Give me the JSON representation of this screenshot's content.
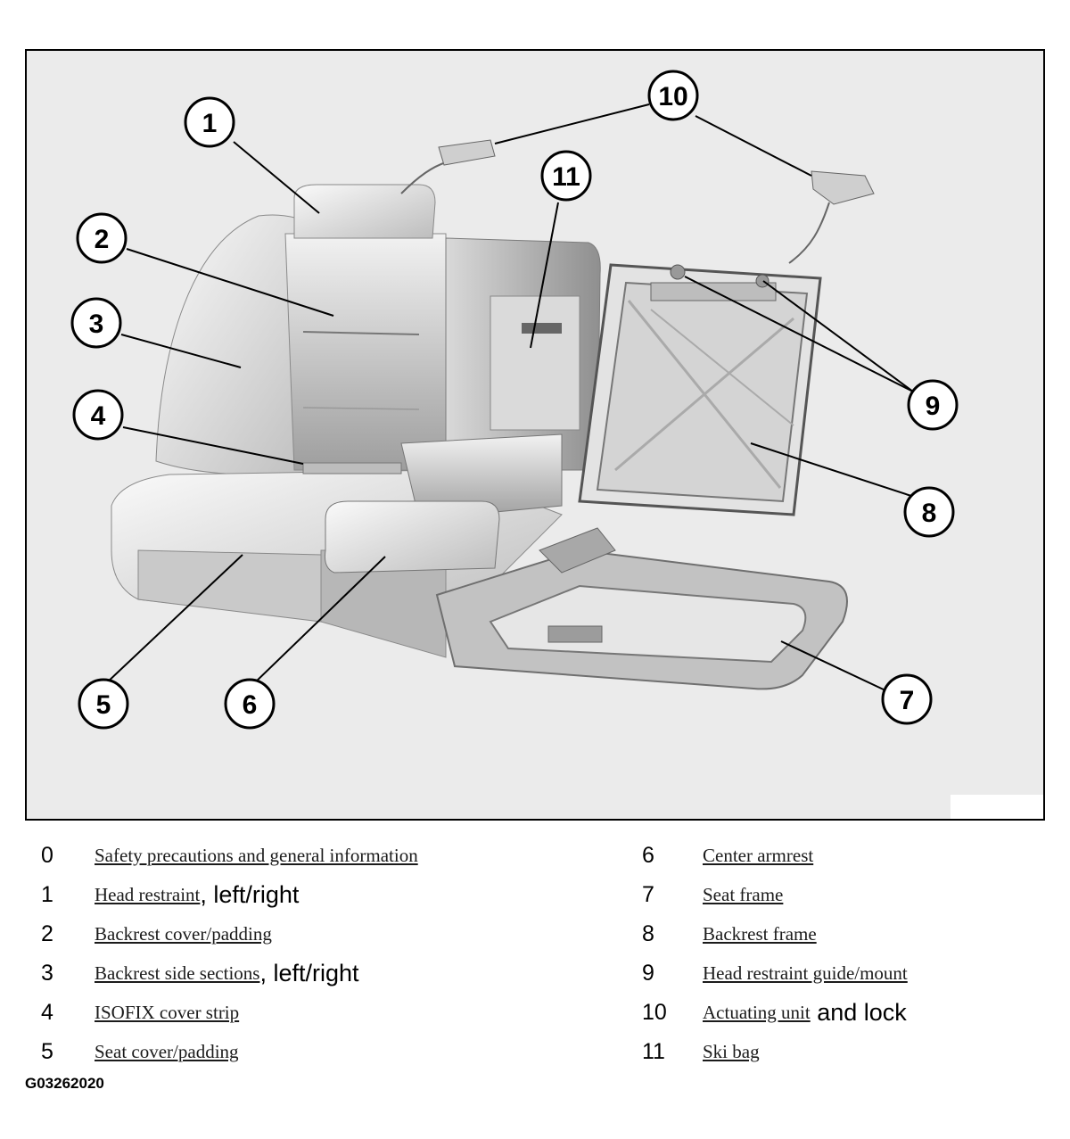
{
  "callouts": [
    "1",
    "2",
    "3",
    "4",
    "5",
    "6",
    "7",
    "8",
    "9",
    "10",
    "11"
  ],
  "legend": [
    {
      "num": "0",
      "label": "Safety precautions and general information",
      "suffix": ""
    },
    {
      "num": "1",
      "label": "Head restraint",
      "suffix": ", left/right"
    },
    {
      "num": "2",
      "label": "Backrest cover/padding",
      "suffix": ""
    },
    {
      "num": "3",
      "label": "Backrest side sections",
      "suffix": ", left/right"
    },
    {
      "num": "4",
      "label": "ISOFIX cover strip",
      "suffix": ""
    },
    {
      "num": "5",
      "label": "Seat cover/padding",
      "suffix": ""
    },
    {
      "num": "6",
      "label": "Center armrest",
      "suffix": ""
    },
    {
      "num": "7",
      "label": "Seat frame",
      "suffix": ""
    },
    {
      "num": "8",
      "label": "Backrest frame",
      "suffix": ""
    },
    {
      "num": "9",
      "label": "Head restraint guide/mount",
      "suffix": ""
    },
    {
      "num": "10",
      "label": "Actuating unit",
      "suffix": " and lock"
    },
    {
      "num": "11",
      "label": "Ski bag",
      "suffix": ""
    }
  ],
  "figure_id": "G03262020"
}
